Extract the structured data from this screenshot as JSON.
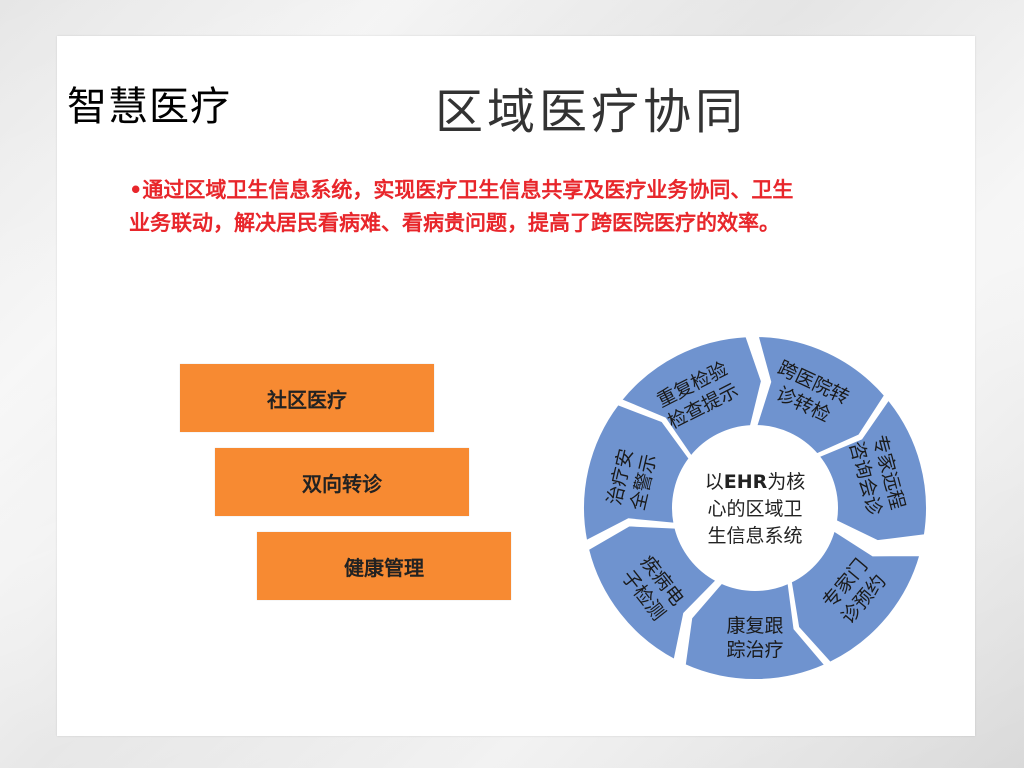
{
  "slide": {
    "left_title": "智慧医疗",
    "main_title": "区域医疗协同",
    "bullet_line1": "•通过区域卫生信息系统，实现医疗卫生信息共享及医疗业务协同、卫生",
    "bullet_line2": "业务联动，解决居民看病难、看病贵问题，提高了跨医院医疗的效率。"
  },
  "boxes": [
    {
      "label": "社区医疗"
    },
    {
      "label": "双向转诊"
    },
    {
      "label": "健康管理"
    }
  ],
  "cycle": {
    "center_line1_prefix": "以",
    "center_line1_bold": "EHR",
    "center_line1_suffix": "为核",
    "center_line2": "心的区域卫",
    "center_line3": "生信息系统",
    "segments": [
      {
        "line1": "重复检验",
        "line2": "检查提示"
      },
      {
        "line1": "跨医院转",
        "line2": "诊转检"
      },
      {
        "line1": "专家远程",
        "line2": "咨询会诊"
      },
      {
        "line1": "专家门",
        "line2": "诊预约"
      },
      {
        "line1": "康复跟",
        "line2": "踪治疗"
      },
      {
        "line1": "疾病电",
        "line2": "子检测"
      },
      {
        "line1": "治疗安",
        "line2": "全警示"
      }
    ]
  },
  "colors": {
    "segment_fill": "#6f93cf",
    "segment_stroke": "#ffffff",
    "orange": "#f78a32",
    "bullet_red": "#e8262b"
  }
}
